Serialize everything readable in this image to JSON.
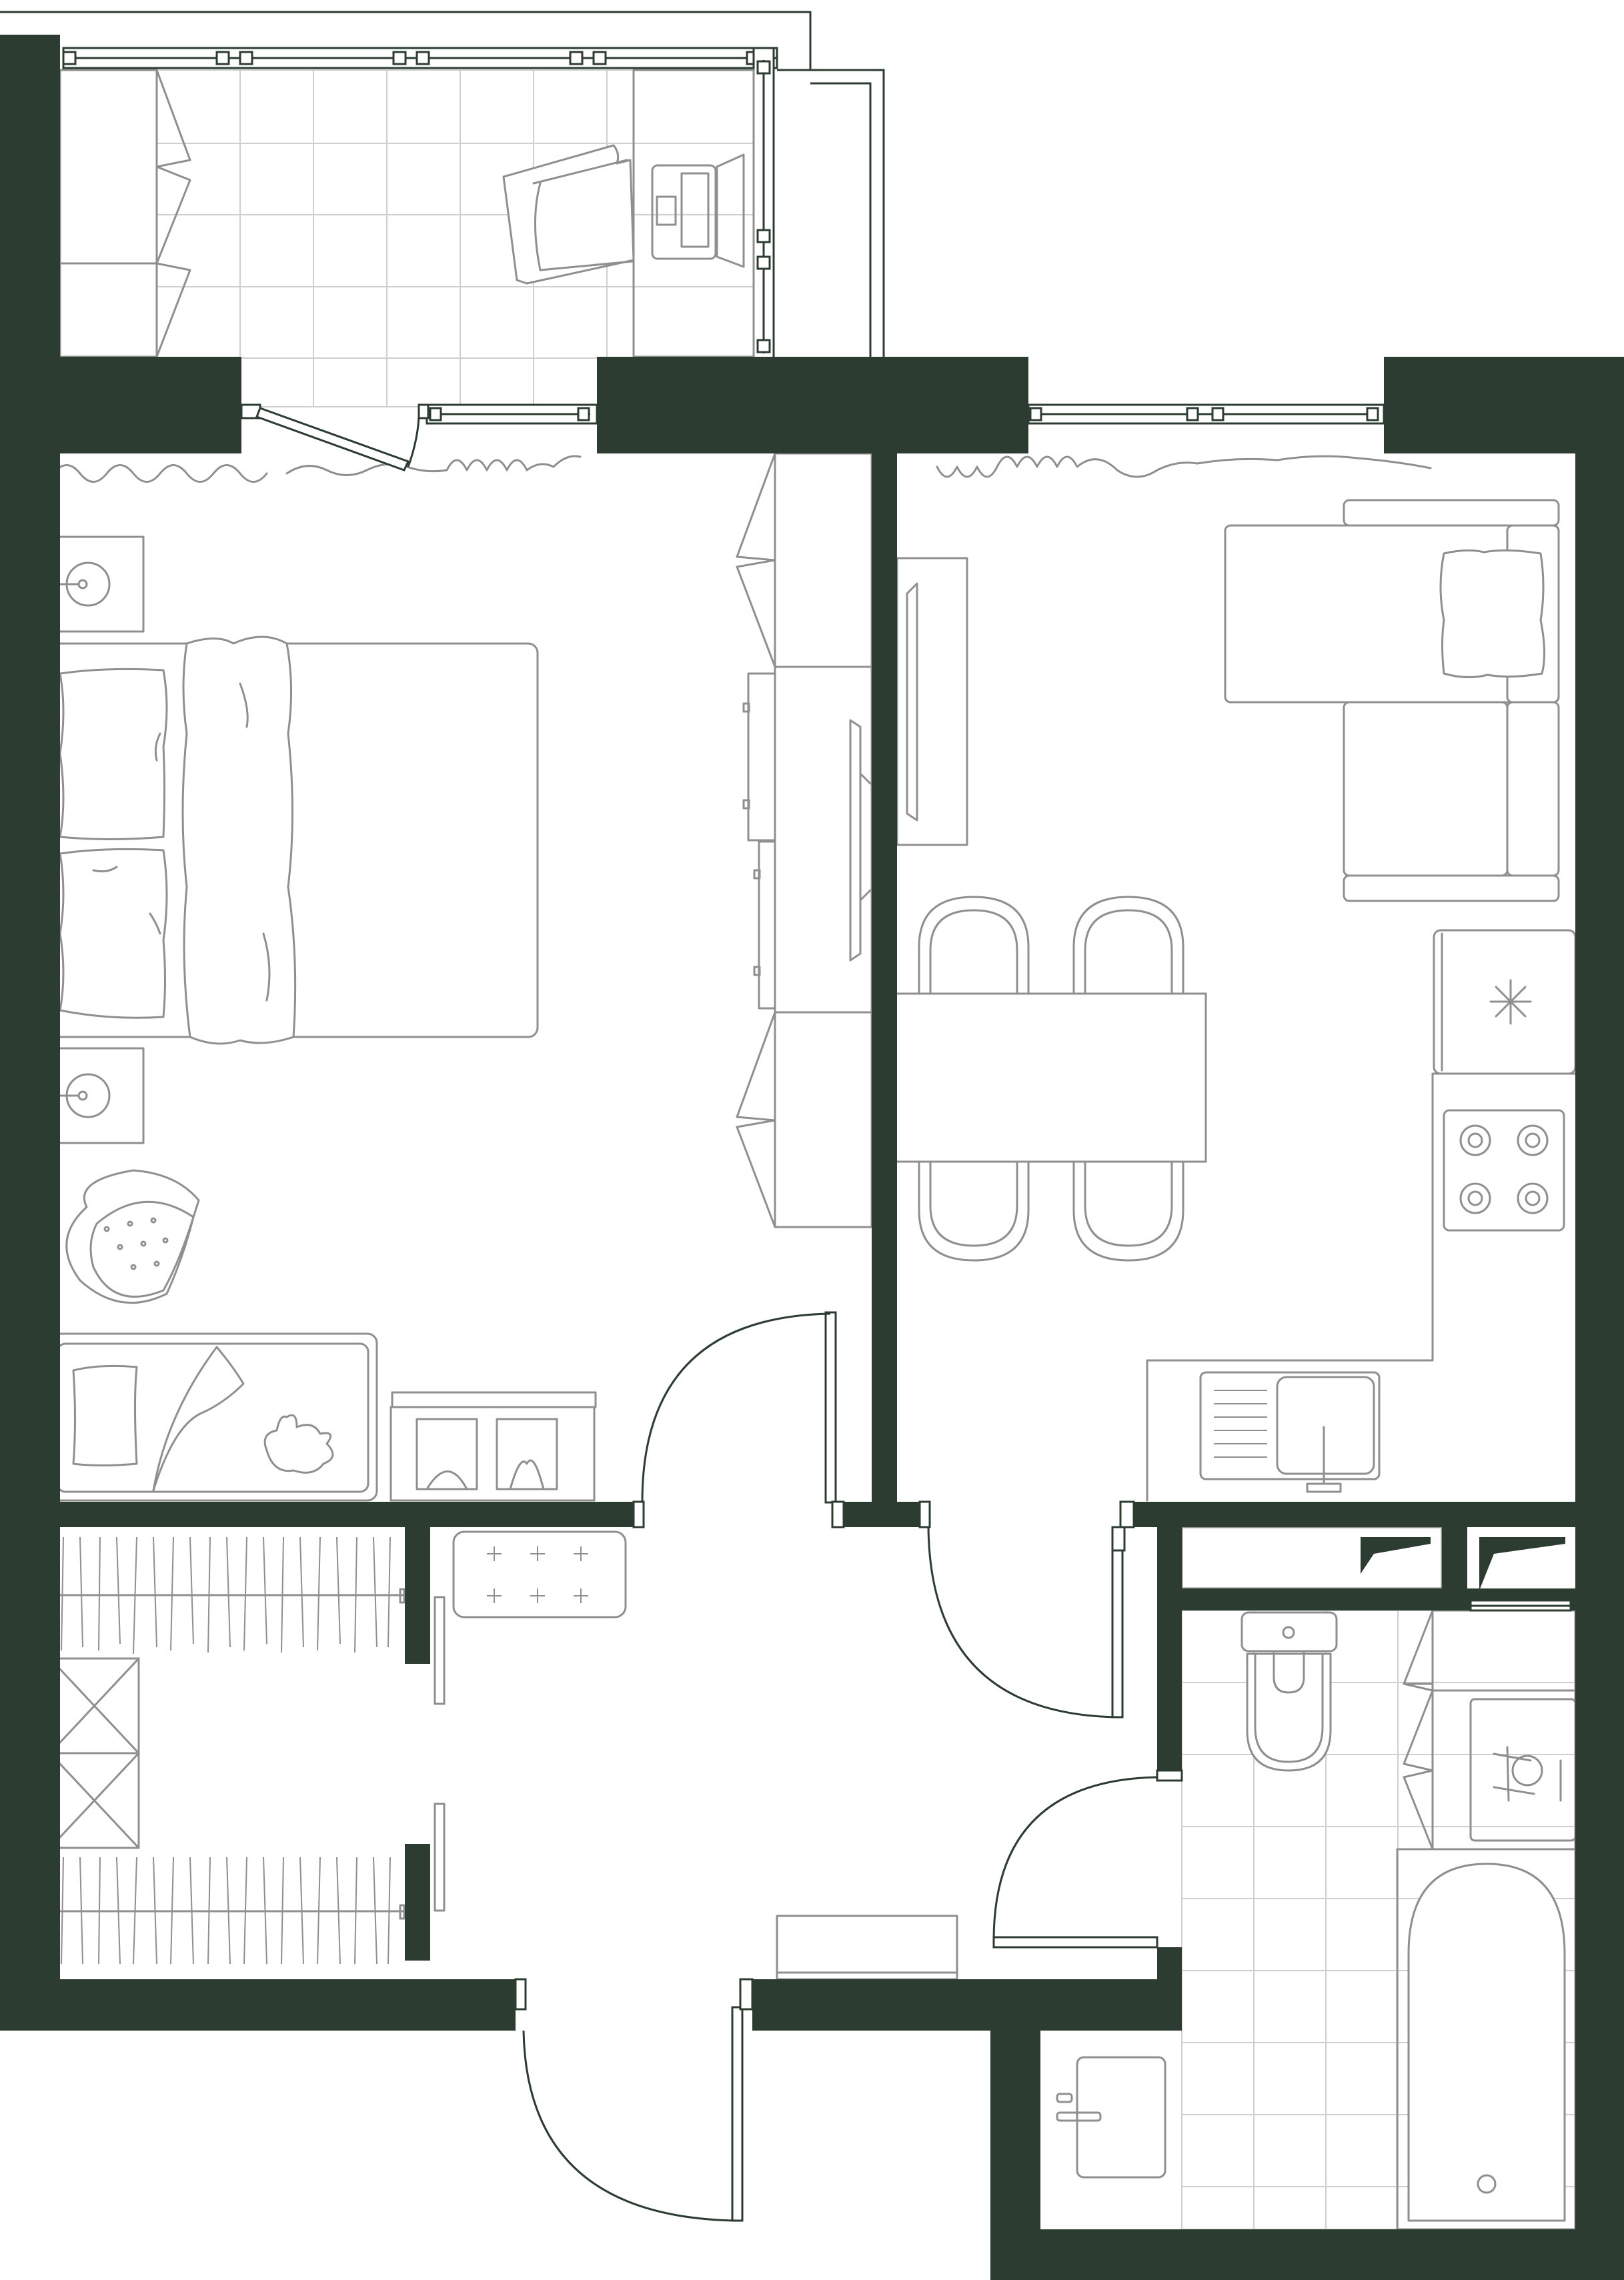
{
  "plan": {
    "type": "apartment-floor-plan",
    "rooms": [
      "balcony",
      "bedroom",
      "kitchen-living",
      "wardrobe",
      "hallway",
      "bathroom",
      "wc"
    ],
    "colors": {
      "wall": "#2c3c31",
      "furniture": "#8f8f8f",
      "tile": "#cfcfcf",
      "background": "#ffffff"
    }
  }
}
